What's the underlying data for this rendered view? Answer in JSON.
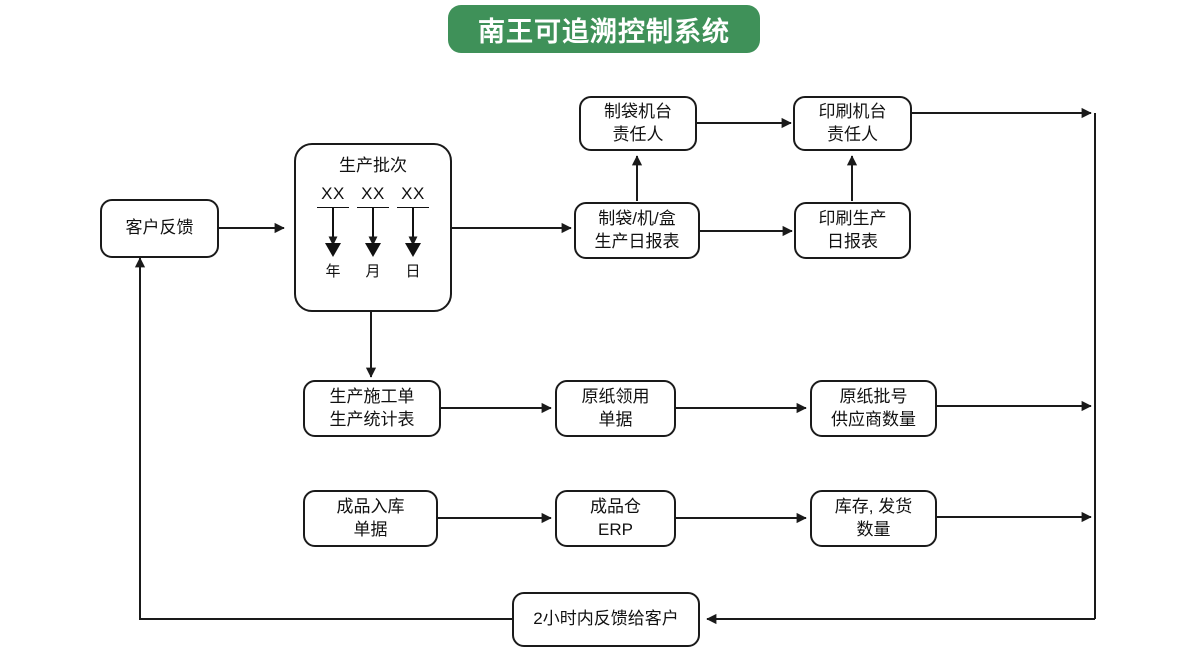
{
  "header": {
    "title": "南王可追溯控制系统",
    "banner_color": "#3f9159",
    "text_color": "#ffffff"
  },
  "diagram": {
    "type": "flowchart",
    "line_color": "#1a1a1a",
    "node_fill": "#ffffff",
    "nodes": {
      "customer_feedback": {
        "label": "客户反馈"
      },
      "production_batch": {
        "title": "生产批次",
        "code_cells": [
          "XX",
          "XX",
          "XX"
        ],
        "unit_labels": [
          "年",
          "月",
          "日"
        ]
      },
      "bag_machine_owner": {
        "line1": "制袋机台",
        "line2": "责任人"
      },
      "print_machine_owner": {
        "line1": "印刷机台",
        "line2": "责任人"
      },
      "bag_daily_report": {
        "line1": "制袋/机/盒",
        "line2": "生产日报表"
      },
      "print_daily_report": {
        "line1": "印刷生产",
        "line2": "日报表"
      },
      "production_worksheet": {
        "line1": "生产施工单",
        "line2": "生产统计表"
      },
      "paper_requisition": {
        "line1": "原纸领用",
        "line2": "单据"
      },
      "paper_batch_supplier": {
        "line1": "原纸批号",
        "line2": "供应商数量"
      },
      "finished_goods_in": {
        "line1": "成品入库",
        "line2": "单据"
      },
      "finished_goods_erp": {
        "line1": "成品仓",
        "line2": "ERP"
      },
      "stock_shipment": {
        "line1": "库存, 发货",
        "line2": "数量"
      },
      "feedback_two_hours": {
        "label": "2小时内反馈给客户"
      }
    }
  }
}
